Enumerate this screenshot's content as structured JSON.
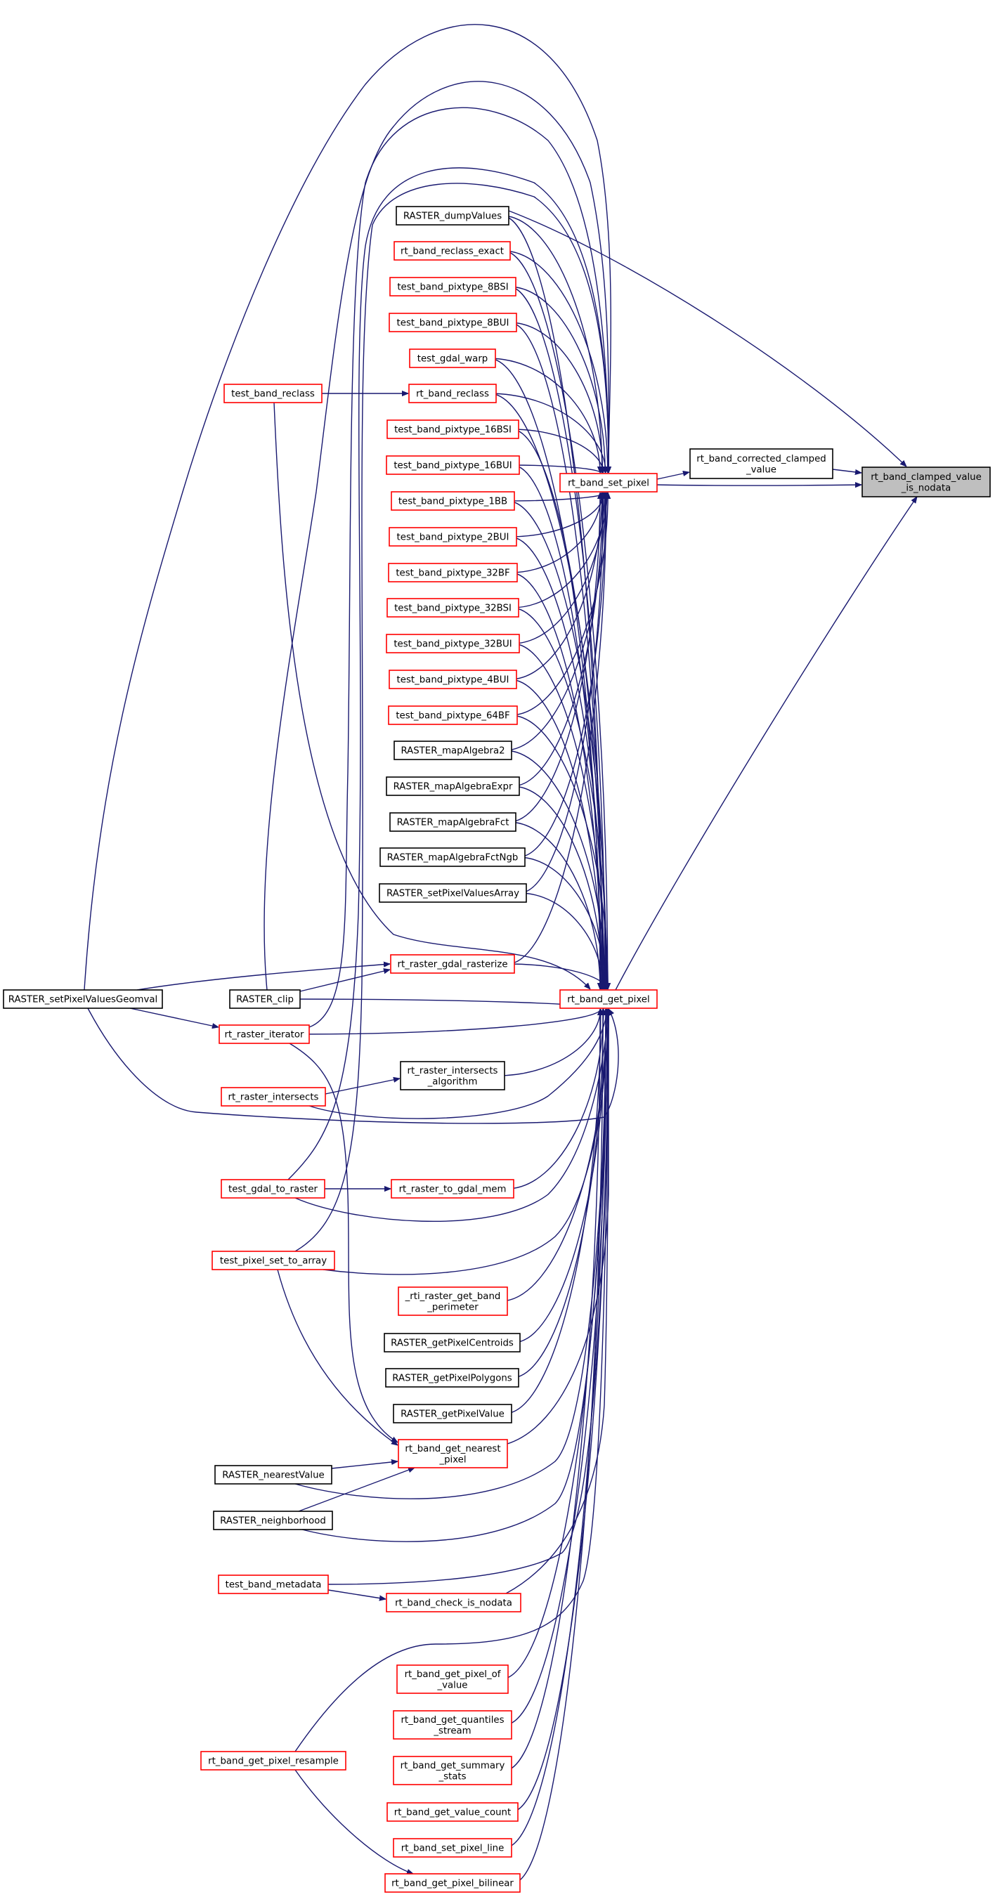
{
  "graph": {
    "kind": "caller graph",
    "root": "rt_band_clamped_value_is_nodata",
    "colors": {
      "edge": "#191970",
      "root_fill": "#bfbfbf",
      "documented_border": "#000000",
      "undocumented_border": "#ff0000",
      "node_fill": "#ffffff"
    },
    "nodes": [
      {
        "id": "root",
        "lines": [
          "rt_band_clamped_value",
          "_is_nodata"
        ],
        "style": "root"
      },
      {
        "id": "corrected",
        "lines": [
          "rt_band_corrected_clamped",
          "_value"
        ],
        "style": "plain"
      },
      {
        "id": "set_pixel",
        "lines": [
          "rt_band_set_pixel"
        ],
        "style": "red"
      },
      {
        "id": "get_pixel",
        "lines": [
          "rt_band_get_pixel"
        ],
        "style": "red"
      },
      {
        "id": "dumpValues",
        "lines": [
          "RASTER_dumpValues"
        ],
        "style": "plain"
      },
      {
        "id": "reclass_exact",
        "lines": [
          "rt_band_reclass_exact"
        ],
        "style": "red"
      },
      {
        "id": "px_8BSI",
        "lines": [
          "test_band_pixtype_8BSI"
        ],
        "style": "red"
      },
      {
        "id": "px_8BUI",
        "lines": [
          "test_band_pixtype_8BUI"
        ],
        "style": "red"
      },
      {
        "id": "gdal_warp",
        "lines": [
          "test_gdal_warp"
        ],
        "style": "red"
      },
      {
        "id": "band_reclass",
        "lines": [
          "rt_band_reclass"
        ],
        "style": "red"
      },
      {
        "id": "test_band_reclass",
        "lines": [
          "test_band_reclass"
        ],
        "style": "red"
      },
      {
        "id": "px_16BSI",
        "lines": [
          "test_band_pixtype_16BSI"
        ],
        "style": "red"
      },
      {
        "id": "px_16BUI",
        "lines": [
          "test_band_pixtype_16BUI"
        ],
        "style": "red"
      },
      {
        "id": "px_1BB",
        "lines": [
          "test_band_pixtype_1BB"
        ],
        "style": "red"
      },
      {
        "id": "px_2BUI",
        "lines": [
          "test_band_pixtype_2BUI"
        ],
        "style": "red"
      },
      {
        "id": "px_32BF",
        "lines": [
          "test_band_pixtype_32BF"
        ],
        "style": "red"
      },
      {
        "id": "px_32BSI",
        "lines": [
          "test_band_pixtype_32BSI"
        ],
        "style": "red"
      },
      {
        "id": "px_32BUI",
        "lines": [
          "test_band_pixtype_32BUI"
        ],
        "style": "red"
      },
      {
        "id": "px_4BUI",
        "lines": [
          "test_band_pixtype_4BUI"
        ],
        "style": "red"
      },
      {
        "id": "px_64BF",
        "lines": [
          "test_band_pixtype_64BF"
        ],
        "style": "red"
      },
      {
        "id": "mapAlgebra2",
        "lines": [
          "RASTER_mapAlgebra2"
        ],
        "style": "plain"
      },
      {
        "id": "mapAlgebraExpr",
        "lines": [
          "RASTER_mapAlgebraExpr"
        ],
        "style": "plain"
      },
      {
        "id": "mapAlgebraFct",
        "lines": [
          "RASTER_mapAlgebraFct"
        ],
        "style": "plain"
      },
      {
        "id": "mapAlgebraFctNgb",
        "lines": [
          "RASTER_mapAlgebraFctNgb"
        ],
        "style": "plain"
      },
      {
        "id": "setPixelValuesArray",
        "lines": [
          "RASTER_setPixelValuesArray"
        ],
        "style": "plain"
      },
      {
        "id": "gdal_rasterize",
        "lines": [
          "rt_raster_gdal_rasterize"
        ],
        "style": "red"
      },
      {
        "id": "setPixelValuesGeomval",
        "lines": [
          "RASTER_setPixelValuesGeomval"
        ],
        "style": "plain"
      },
      {
        "id": "raster_clip",
        "lines": [
          "RASTER_clip"
        ],
        "style": "plain"
      },
      {
        "id": "raster_iterator",
        "lines": [
          "rt_raster_iterator"
        ],
        "style": "red"
      },
      {
        "id": "intersects_algorithm",
        "lines": [
          "rt_raster_intersects",
          "_algorithm"
        ],
        "style": "plain"
      },
      {
        "id": "raster_intersects",
        "lines": [
          "rt_raster_intersects"
        ],
        "style": "red"
      },
      {
        "id": "gdal_to_raster",
        "lines": [
          "test_gdal_to_raster"
        ],
        "style": "red"
      },
      {
        "id": "to_gdal_mem",
        "lines": [
          "rt_raster_to_gdal_mem"
        ],
        "style": "red"
      },
      {
        "id": "pixel_set_to_array",
        "lines": [
          "test_pixel_set_to_array"
        ],
        "style": "red"
      },
      {
        "id": "band_perimeter",
        "lines": [
          "_rti_raster_get_band",
          "_perimeter"
        ],
        "style": "red"
      },
      {
        "id": "getPixelCentroids",
        "lines": [
          "RASTER_getPixelCentroids"
        ],
        "style": "plain"
      },
      {
        "id": "getPixelPolygons",
        "lines": [
          "RASTER_getPixelPolygons"
        ],
        "style": "plain"
      },
      {
        "id": "getPixelValue",
        "lines": [
          "RASTER_getPixelValue"
        ],
        "style": "plain"
      },
      {
        "id": "nearest_pixel",
        "lines": [
          "rt_band_get_nearest",
          "_pixel"
        ],
        "style": "red"
      },
      {
        "id": "nearestValue",
        "lines": [
          "RASTER_nearestValue"
        ],
        "style": "plain"
      },
      {
        "id": "neighborhood",
        "lines": [
          "RASTER_neighborhood"
        ],
        "style": "plain"
      },
      {
        "id": "band_metadata",
        "lines": [
          "test_band_metadata"
        ],
        "style": "red"
      },
      {
        "id": "check_is_nodata",
        "lines": [
          "rt_band_check_is_nodata"
        ],
        "style": "red"
      },
      {
        "id": "pixel_of_value",
        "lines": [
          "rt_band_get_pixel_of",
          "_value"
        ],
        "style": "red"
      },
      {
        "id": "quantiles_stream",
        "lines": [
          "rt_band_get_quantiles",
          "_stream"
        ],
        "style": "red"
      },
      {
        "id": "summary_stats",
        "lines": [
          "rt_band_get_summary",
          "_stats"
        ],
        "style": "red"
      },
      {
        "id": "pixel_resample",
        "lines": [
          "rt_band_get_pixel_resample"
        ],
        "style": "red"
      },
      {
        "id": "value_count",
        "lines": [
          "rt_band_get_value_count"
        ],
        "style": "red"
      },
      {
        "id": "set_pixel_line",
        "lines": [
          "rt_band_set_pixel_line"
        ],
        "style": "red"
      },
      {
        "id": "pixel_bilinear",
        "lines": [
          "rt_band_get_pixel_bilinear"
        ],
        "style": "red"
      }
    ],
    "edges": [
      [
        "corrected",
        "root"
      ],
      [
        "set_pixel",
        "root"
      ],
      [
        "get_pixel",
        "root"
      ],
      [
        "dumpValues",
        "root"
      ],
      [
        "set_pixel",
        "corrected"
      ],
      [
        "dumpValues",
        "set_pixel"
      ],
      [
        "reclass_exact",
        "set_pixel"
      ],
      [
        "px_8BSI",
        "set_pixel"
      ],
      [
        "px_8BUI",
        "set_pixel"
      ],
      [
        "gdal_warp",
        "set_pixel"
      ],
      [
        "band_reclass",
        "set_pixel"
      ],
      [
        "px_16BSI",
        "set_pixel"
      ],
      [
        "px_16BUI",
        "set_pixel"
      ],
      [
        "px_1BB",
        "set_pixel"
      ],
      [
        "px_2BUI",
        "set_pixel"
      ],
      [
        "px_32BF",
        "set_pixel"
      ],
      [
        "px_32BSI",
        "set_pixel"
      ],
      [
        "px_32BUI",
        "set_pixel"
      ],
      [
        "px_4BUI",
        "set_pixel"
      ],
      [
        "px_64BF",
        "set_pixel"
      ],
      [
        "mapAlgebra2",
        "set_pixel"
      ],
      [
        "mapAlgebraExpr",
        "set_pixel"
      ],
      [
        "mapAlgebraFct",
        "set_pixel"
      ],
      [
        "mapAlgebraFctNgb",
        "set_pixel"
      ],
      [
        "setPixelValuesArray",
        "set_pixel"
      ],
      [
        "gdal_rasterize",
        "set_pixel"
      ],
      [
        "test_band_reclass",
        "band_reclass"
      ],
      [
        "setPixelValuesGeomval",
        "set_pixel"
      ],
      [
        "raster_clip",
        "set_pixel"
      ],
      [
        "raster_iterator",
        "set_pixel"
      ],
      [
        "gdal_to_raster",
        "set_pixel"
      ],
      [
        "pixel_set_to_array",
        "set_pixel"
      ],
      [
        "dumpValues",
        "get_pixel"
      ],
      [
        "reclass_exact",
        "get_pixel"
      ],
      [
        "px_8BSI",
        "get_pixel"
      ],
      [
        "px_8BUI",
        "get_pixel"
      ],
      [
        "gdal_warp",
        "get_pixel"
      ],
      [
        "band_reclass",
        "get_pixel"
      ],
      [
        "px_16BSI",
        "get_pixel"
      ],
      [
        "px_16BUI",
        "get_pixel"
      ],
      [
        "px_1BB",
        "get_pixel"
      ],
      [
        "px_2BUI",
        "get_pixel"
      ],
      [
        "px_32BF",
        "get_pixel"
      ],
      [
        "px_32BSI",
        "get_pixel"
      ],
      [
        "px_32BUI",
        "get_pixel"
      ],
      [
        "px_4BUI",
        "get_pixel"
      ],
      [
        "px_64BF",
        "get_pixel"
      ],
      [
        "mapAlgebra2",
        "get_pixel"
      ],
      [
        "mapAlgebraExpr",
        "get_pixel"
      ],
      [
        "mapAlgebraFct",
        "get_pixel"
      ],
      [
        "mapAlgebraFctNgb",
        "get_pixel"
      ],
      [
        "setPixelValuesArray",
        "get_pixel"
      ],
      [
        "gdal_rasterize",
        "get_pixel"
      ],
      [
        "test_band_reclass",
        "get_pixel"
      ],
      [
        "setPixelValuesGeomval",
        "gdal_rasterize"
      ],
      [
        "setPixelValuesGeomval",
        "raster_iterator"
      ],
      [
        "setPixelValuesGeomval",
        "get_pixel"
      ],
      [
        "raster_clip",
        "gdal_rasterize"
      ],
      [
        "raster_clip",
        "get_pixel"
      ],
      [
        "raster_iterator",
        "get_pixel"
      ],
      [
        "raster_iterator",
        "nearest_pixel"
      ],
      [
        "intersects_algorithm",
        "get_pixel"
      ],
      [
        "raster_intersects",
        "intersects_algorithm"
      ],
      [
        "raster_intersects",
        "get_pixel"
      ],
      [
        "gdal_to_raster",
        "to_gdal_mem"
      ],
      [
        "gdal_to_raster",
        "get_pixel"
      ],
      [
        "to_gdal_mem",
        "get_pixel"
      ],
      [
        "pixel_set_to_array",
        "get_pixel"
      ],
      [
        "pixel_set_to_array",
        "nearest_pixel"
      ],
      [
        "band_perimeter",
        "get_pixel"
      ],
      [
        "getPixelCentroids",
        "get_pixel"
      ],
      [
        "getPixelPolygons",
        "get_pixel"
      ],
      [
        "getPixelValue",
        "get_pixel"
      ],
      [
        "nearest_pixel",
        "get_pixel"
      ],
      [
        "nearestValue",
        "nearest_pixel"
      ],
      [
        "nearestValue",
        "get_pixel"
      ],
      [
        "neighborhood",
        "nearest_pixel"
      ],
      [
        "neighborhood",
        "get_pixel"
      ],
      [
        "band_metadata",
        "check_is_nodata"
      ],
      [
        "band_metadata",
        "get_pixel"
      ],
      [
        "check_is_nodata",
        "get_pixel"
      ],
      [
        "pixel_of_value",
        "get_pixel"
      ],
      [
        "quantiles_stream",
        "get_pixel"
      ],
      [
        "summary_stats",
        "get_pixel"
      ],
      [
        "pixel_resample",
        "get_pixel"
      ],
      [
        "pixel_resample",
        "pixel_bilinear"
      ],
      [
        "value_count",
        "get_pixel"
      ],
      [
        "set_pixel_line",
        "get_pixel"
      ],
      [
        "pixel_bilinear",
        "get_pixel"
      ]
    ]
  }
}
